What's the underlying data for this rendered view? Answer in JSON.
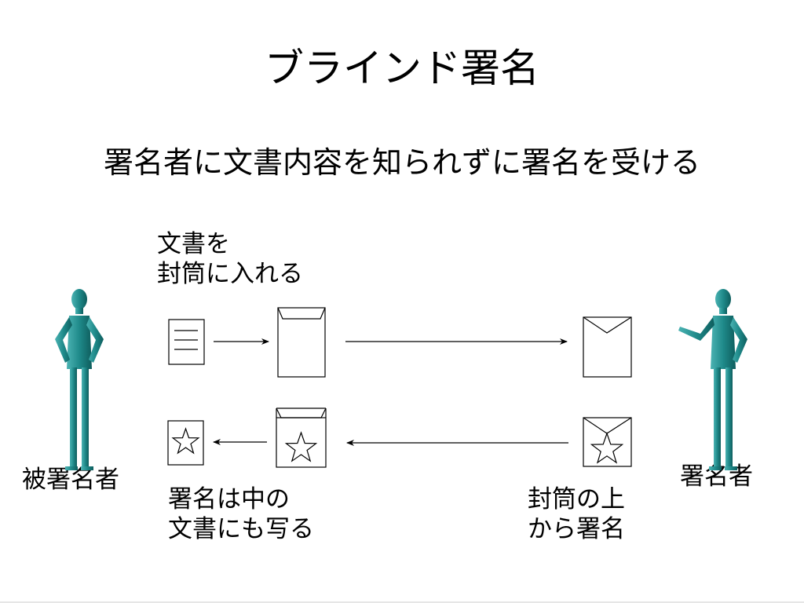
{
  "slide": {
    "title": "ブラインド署名",
    "subtitle": "署名者に文書内容を知られずに署名を受ける"
  },
  "labels": {
    "step1_line1": "文書を",
    "step1_line2": "封筒に入れる",
    "left_person": "被署名者",
    "right_person": "署名者",
    "result_line1": "署名は中の",
    "result_line2": "文書にも写る",
    "sign_line1": "封筒の上",
    "sign_line2": "から署名"
  },
  "colors": {
    "figure": "#1f8a8a",
    "figure_dark": "#0e5d5d",
    "figure_light": "#4bb3b3",
    "line": "#000000"
  },
  "icons": [
    "person-icon",
    "document-icon",
    "envelope-icon",
    "star-icon",
    "arrow-icon"
  ]
}
